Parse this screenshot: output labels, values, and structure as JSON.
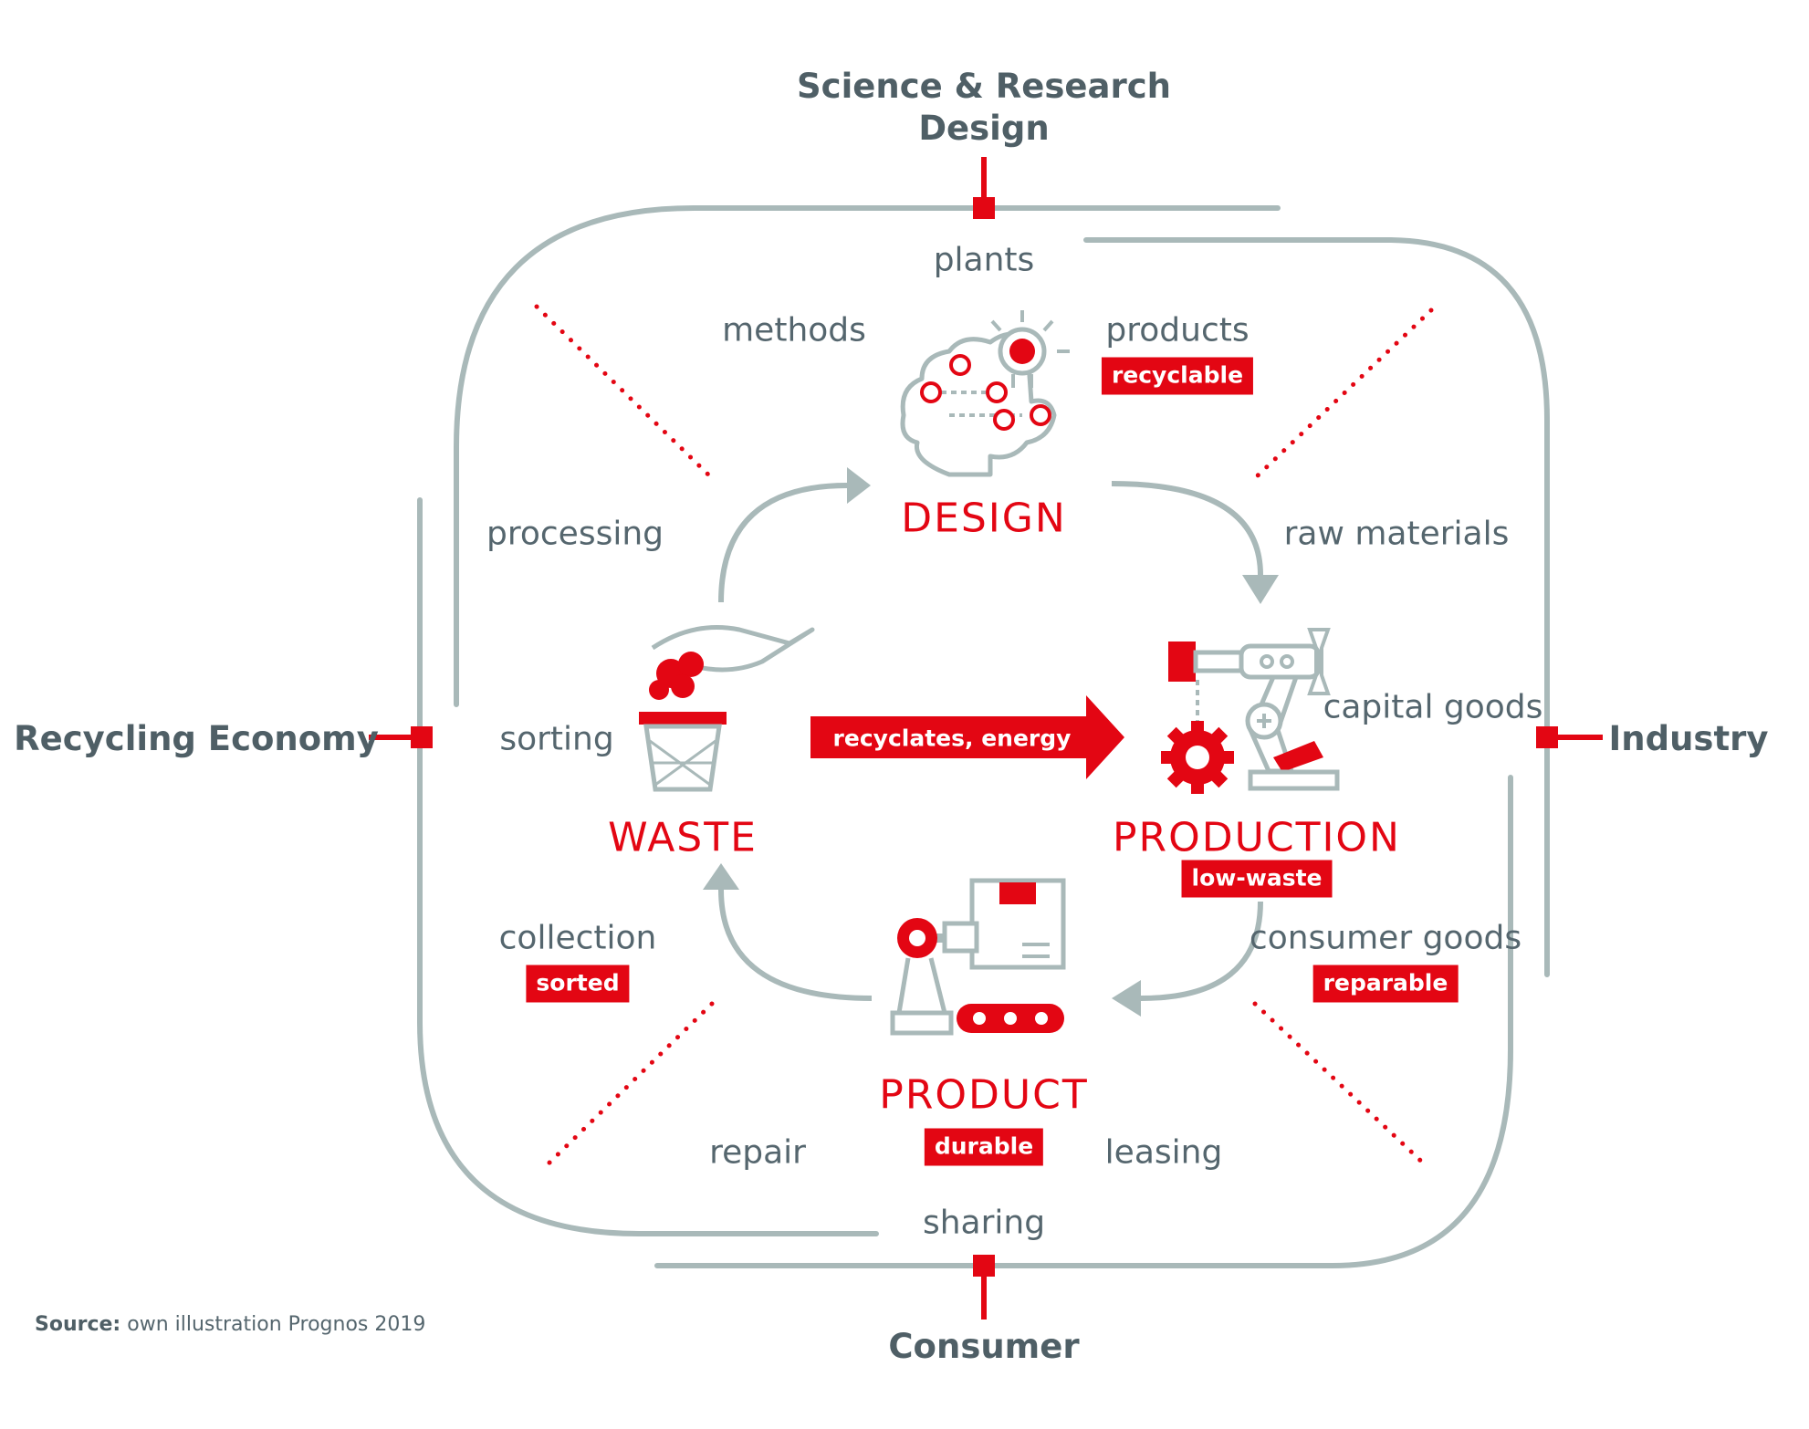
{
  "stakeholders": {
    "top_line1": "Science & Research",
    "top_line2": "Design",
    "left": "Recycling Economy",
    "right": "Industry",
    "bottom": "Consumer"
  },
  "nodes": {
    "design": "DESIGN",
    "waste": "WASTE",
    "production": "PRODUCTION",
    "product": "PRODUCT"
  },
  "labels": {
    "plants": "plants",
    "methods": "methods",
    "products": "products",
    "processing": "processing",
    "raw_materials": "raw materials",
    "sorting": "sorting",
    "capital_goods": "capital goods",
    "collection": "collection",
    "consumer_goods": "consumer goods",
    "repair": "repair",
    "leasing": "leasing",
    "sharing": "sharing"
  },
  "badges": {
    "recyclable": "recyclable",
    "low_waste": "low-waste",
    "sorted": "sorted",
    "reparable": "reparable",
    "durable": "durable"
  },
  "flow_arrow_label": "recyclates, energy",
  "source": {
    "prefix": "Source:",
    "text": "own illustration Prognos 2019"
  },
  "colors": {
    "accent_red": "#e30613",
    "line_gray": "#a9b9b9",
    "text_gray": "#55666e"
  }
}
